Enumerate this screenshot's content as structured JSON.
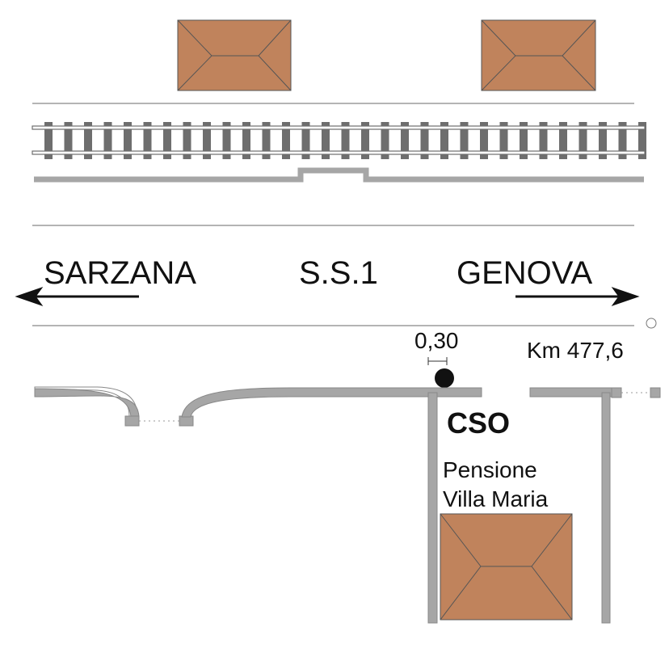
{
  "labels": {
    "west": "SARZANA",
    "road": "S.S.1",
    "east": "GENOVA",
    "distance": "0,30",
    "km": "Km 477,6",
    "code": "CSO",
    "building_line1": "Pensione",
    "building_line2": "Villa Maria"
  },
  "colors": {
    "roof": "#c0835c",
    "gray": "#a6a6a6",
    "rail": "#6e6e6e"
  }
}
